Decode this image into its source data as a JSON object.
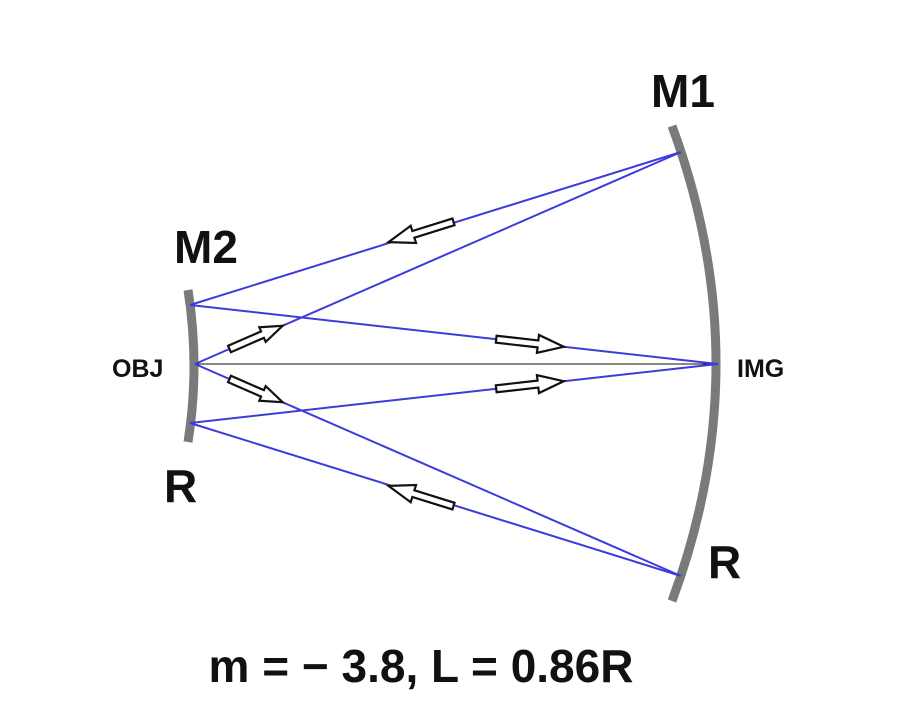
{
  "labels": {
    "m1": "M1",
    "m2": "M2",
    "obj": "OBJ",
    "img": "IMG",
    "r_left": "R",
    "r_right": "R"
  },
  "formula": "m = − 3.8, L = 0.86R",
  "colors": {
    "mirror": "#7a7a7a",
    "ray": "#3c3cdc",
    "axis": "#111111",
    "arrow_outline": "#111111",
    "arrow_fill": "#ffffff"
  }
}
